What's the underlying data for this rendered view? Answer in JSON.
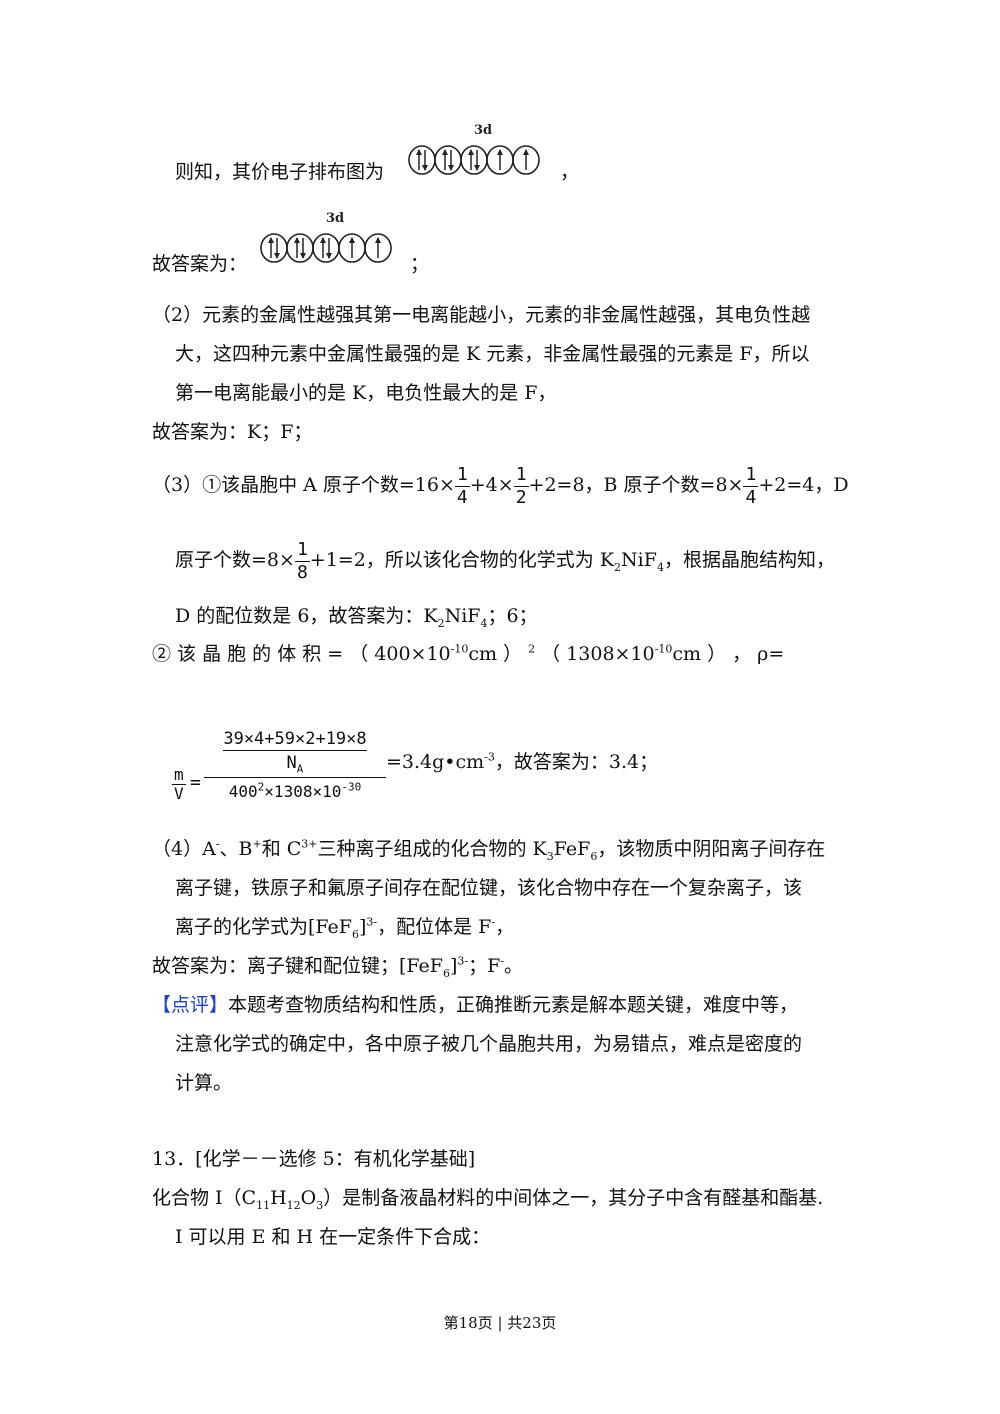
{
  "s1": {
    "text": "则知，其价电子排布图为",
    "tail": "，",
    "orbital_label": "3d",
    "orbital_electrons": [
      2,
      2,
      2,
      1,
      1
    ]
  },
  "s1b": {
    "text": "故答案为：",
    "tail": "；",
    "orbital_label": "3d"
  },
  "p2": {
    "l1": "（2）元素的金属性越强其第一电离能越小，元素的非金属性越强，其电负性越",
    "l2": "大，这四种元素中金属性最强的是 K 元素，非金属性最强的元素是 F，所以",
    "l3": "第一电离能最小的是 K，电负性最大的是 F，",
    "ans": "故答案为：K；F；"
  },
  "p3": {
    "a1": "（3）①该晶胞中 A 原子个数=16×",
    "a2": "+4×",
    "a3": "+2=8，B 原子个数=8×",
    "a4": "+2=4，D",
    "b1": "原子个数=8×",
    "b2": "+1=2，所以该化合物的化学式为 K",
    "b3": "NiF",
    "b4": "，根据晶胞结构知，",
    "c1": "D 的配位数是 6，故答案为：K",
    "c2": "NiF",
    "c3": "；6；",
    "d": "② 该 晶 胞 的 体 积 = （ 400×10",
    "d_exp": "-10",
    "d2": "cm ）",
    "d_exp2": "2",
    "d3": "（ 1308×10",
    "d3_exp": "-10",
    "d4": "cm ） ， ρ=",
    "f_big_num_num": "39×4+59×2+19×8",
    "f_big_num_den": "N",
    "f_big_num_den_sub": "A",
    "f_big_den": "400",
    "f_big_den_sup": "2",
    "f_big_den2": "×1308×10",
    "f_big_den2_sup": "-30",
    "f_mv_n": "m",
    "f_mv_d": "V",
    "eq": "=",
    "e1": "=3.4g•cm",
    "e1_exp": "-3",
    "e2": "，故答案为：3.4；",
    "f1_n": "1",
    "f1_d": "4",
    "f2_n": "1",
    "f2_d": "2",
    "f3_n": "1",
    "f3_d": "4",
    "f4_n": "1",
    "f4_d": "8",
    "k_sub": "2",
    "f_sub": "4"
  },
  "p4": {
    "l1a": "（4）A",
    "l1a_sup": "-",
    "l1b": "、B",
    "l1b_sup": "+",
    "l1c": "和 C",
    "l1c_sup": "3+",
    "l1d": "三种离子组成的化合物的 K",
    "l1d_sub": "3",
    "l1e": "FeF",
    "l1e_sub": "6",
    "l1f": "，该物质中阴阳离子间存在",
    "l2": "离子键，铁原子和氟原子间存在配位键，该化合物中存在一个复杂离子，该",
    "l3a": "离子的化学式为[FeF",
    "l3a_sub": "6",
    "l3b": "]",
    "l3b_sup": "3-",
    "l3c": "，配位体是 F",
    "l3c_sup": "-",
    "l3d": "，",
    "ans_a": "故答案为：离子键和配位键；[FeF",
    "ans_sub": "6",
    "ans_b": "]",
    "ans_sup": "3-",
    "ans_c": "；F",
    "ans_sup2": "-",
    "ans_d": "。"
  },
  "comment": {
    "tag": "【点评】",
    "l1": "本题考查物质结构和性质，正确推断元素是解本题关键，难度中等，",
    "l2": "注意化学式的确定中，各中原子被几个晶胞共用，为易错点，难点是密度的",
    "l3": "计算。"
  },
  "q13": {
    "title": "13．[化学－－选修 5：有机化学基础]",
    "l1a": "化合物 I（C",
    "l1a_sub": "11",
    "l1b": "H",
    "l1b_sub": "12",
    "l1c": "O",
    "l1c_sub": "3",
    "l1d": "）是制备液晶材料的中间体之一，其分子中含有醛基和酯基.",
    "l2": "I 可以用 E 和 H 在一定条件下合成："
  },
  "footer": {
    "text": "第18页 | 共23页"
  },
  "colors": {
    "bracket": "#1a3fd6",
    "text": "#111111"
  }
}
